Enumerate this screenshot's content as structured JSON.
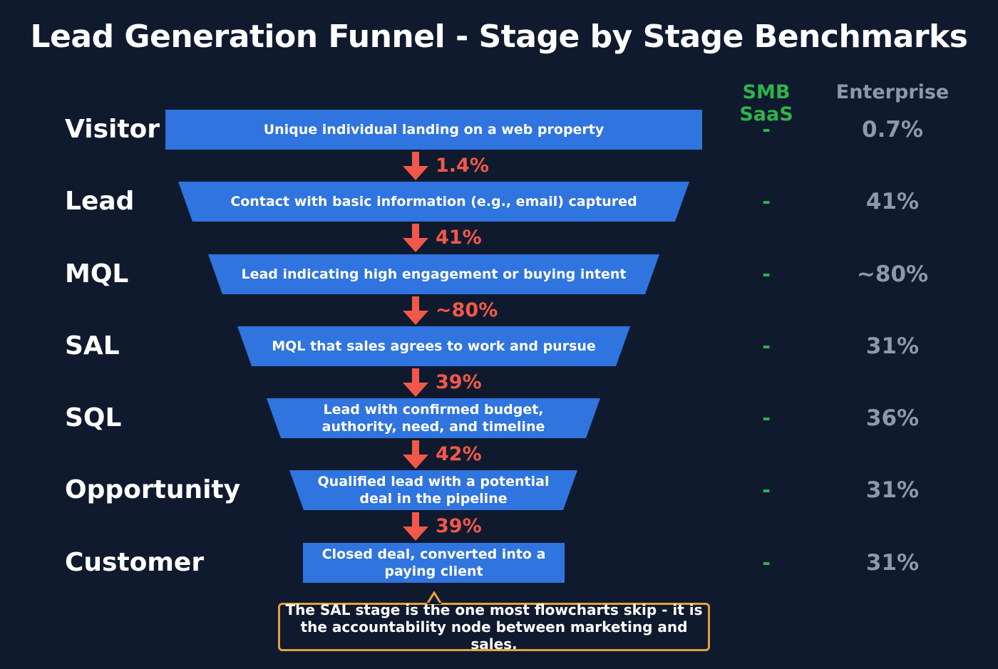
{
  "title": "Lead Generation Funnel - Stage by Stage Benchmarks",
  "columns": {
    "smb": "SMB SaaS",
    "enterprise": "Enterprise"
  },
  "stages": [
    {
      "name": "Visitor",
      "description": "Unique individual landing on a web property",
      "smb": "-",
      "enterprise": "0.7%"
    },
    {
      "name": "Lead",
      "description": "Contact with basic information (e.g., email) captured",
      "smb": "-",
      "enterprise": "41%"
    },
    {
      "name": "MQL",
      "description": "Lead indicating high engagement or buying intent",
      "smb": "-",
      "enterprise": "~80%"
    },
    {
      "name": "SAL",
      "description": "MQL that sales agrees to work and pursue",
      "smb": "-",
      "enterprise": "31%"
    },
    {
      "name": "SQL",
      "description": "Lead with confirmed budget, authority, need, and timeline",
      "smb": "-",
      "enterprise": "36%"
    },
    {
      "name": "Opportunity",
      "description": "Qualified lead with a potential deal in the pipeline",
      "smb": "-",
      "enterprise": "31%"
    },
    {
      "name": "Customer",
      "description": "Closed deal, converted into a paying client",
      "smb": "-",
      "enterprise": "31%"
    }
  ],
  "conversions": [
    "1.4%",
    "41%",
    "~80%",
    "39%",
    "42%",
    "39%"
  ],
  "note": "The SAL stage is the one most flowcharts skip - it is the accountability node between marketing and sales.",
  "colors": {
    "band": "#2f74df",
    "arrow": "#f2584a",
    "smb": "#2fb34a",
    "enterprise": "#8e98ad",
    "note_border": "#e3a23a",
    "background": "#101a2e"
  }
}
